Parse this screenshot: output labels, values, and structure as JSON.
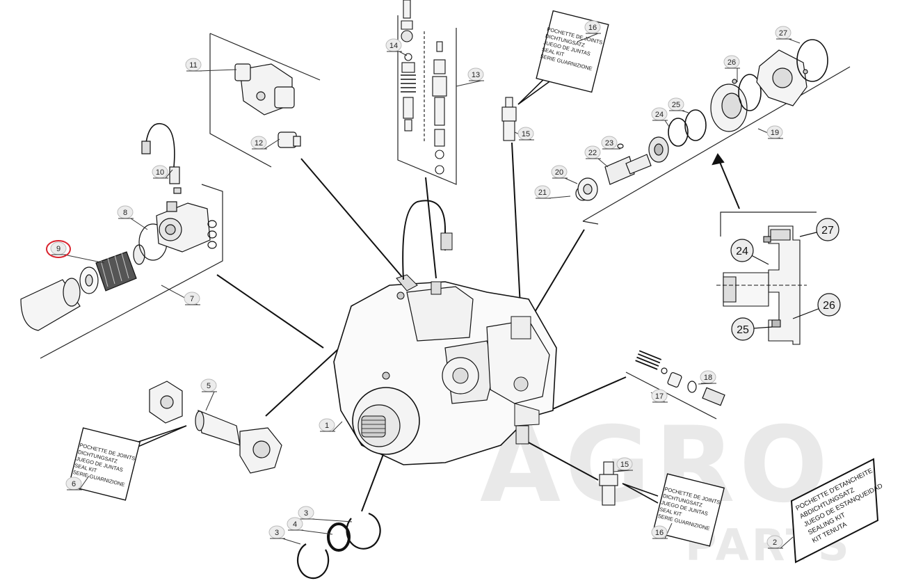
{
  "parts": [
    "1",
    "2",
    "3",
    "3",
    "4",
    "5",
    "6",
    "7",
    "8",
    "9",
    "10",
    "11",
    "12",
    "13",
    "14",
    "15",
    "15",
    "16",
    "16",
    "17",
    "18",
    "19",
    "20",
    "21",
    "22",
    "23",
    "24",
    "25",
    "26",
    "27"
  ],
  "detail_callouts": [
    "27",
    "24",
    "26",
    "25"
  ],
  "highlighted_part": "9",
  "highlight_color": "#d9232e",
  "seal_kit_text": [
    "POCHETTE DE JOINTS",
    "DICHTUNGSATZ",
    "JUEGO DE JUNTAS",
    "SEAL KIT",
    "SERIE GUARNIZIONE"
  ],
  "seal_kit_text_large": [
    "POCHETTE D'ETANCHEITE",
    "ABDICHTUNGSATZ",
    "JUEGO DE ESTANQUEIDAD",
    "SEALING KIT",
    "KIT TENUTA"
  ],
  "watermark": {
    "top": "AGRO",
    "bottom": "PARTS"
  }
}
